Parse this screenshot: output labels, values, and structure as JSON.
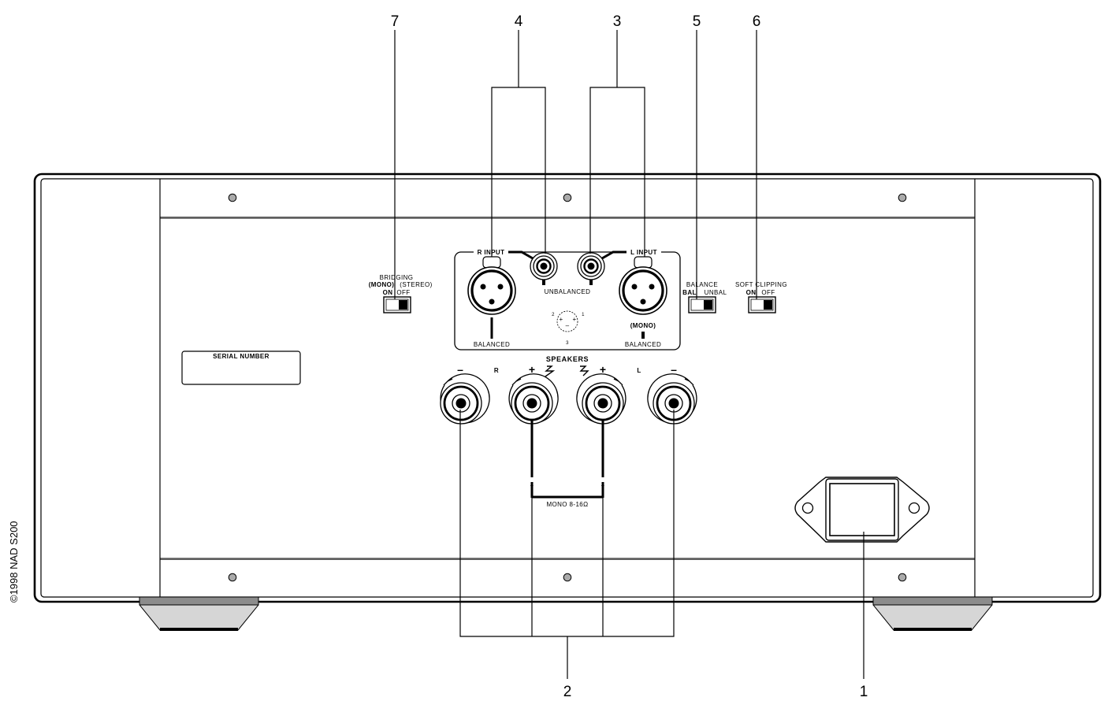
{
  "callouts": {
    "c1": "1",
    "c2": "2",
    "c3": "3",
    "c4": "4",
    "c5": "5",
    "c6": "6",
    "c7": "7"
  },
  "bridging": {
    "title": "BRIDGING",
    "mono": "(MONO)",
    "stereo": "(STEREO)",
    "on": "ON",
    "off": "OFF"
  },
  "inputs": {
    "r_input": "R INPUT",
    "l_input": "L INPUT",
    "unbalanced": "UNBALANCED",
    "balanced_r": "BALANCED",
    "balanced_l": "BALANCED",
    "mono": "(MONO)",
    "pin1": "1",
    "pin2": "2",
    "pin3": "3",
    "plus_a": "+",
    "plus_b": "+",
    "minus": "–"
  },
  "balance": {
    "title": "BALANCE",
    "bal": "BAL",
    "unbal": "UNBAL"
  },
  "soft_clipping": {
    "title": "SOFT CLIPPING",
    "on": "ON",
    "off": "OFF"
  },
  "serial": {
    "label": "SERIAL NUMBER"
  },
  "speakers": {
    "title": "SPEAKERS",
    "r": "R",
    "l": "L",
    "minus_r": "–",
    "plus_r": "+",
    "plus_l": "+",
    "minus_l": "–",
    "mono_label": "MONO 8-16Ω",
    "bridge_plus_r": "+",
    "bridge_plus_l": "+"
  },
  "copyright": "©1998 NAD S200"
}
